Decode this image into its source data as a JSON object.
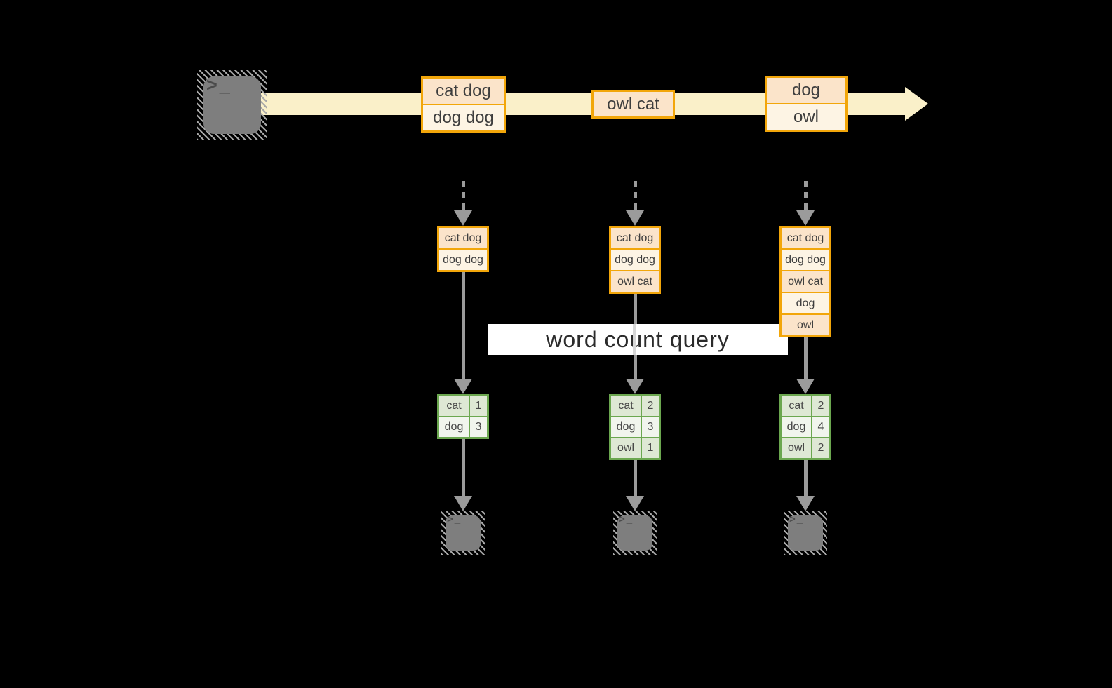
{
  "query_label": "word count query",
  "icons": {
    "source_terminal": "terminal-icon",
    "sink_terminals": [
      "terminal-icon",
      "terminal-icon",
      "terminal-icon"
    ],
    "prompt_glyph": ">_"
  },
  "stream": {
    "batches": [
      {
        "rows": [
          "cat dog",
          "dog dog"
        ]
      },
      {
        "rows": [
          "owl cat"
        ]
      },
      {
        "rows": [
          "dog",
          "owl"
        ]
      }
    ]
  },
  "columns": [
    {
      "state_rows": [
        "cat dog",
        "dog dog"
      ],
      "counts": [
        {
          "word": "cat",
          "value": "1"
        },
        {
          "word": "dog",
          "value": "3"
        }
      ]
    },
    {
      "state_rows": [
        "cat dog",
        "dog dog",
        "owl cat"
      ],
      "counts": [
        {
          "word": "cat",
          "value": "2"
        },
        {
          "word": "dog",
          "value": "3"
        },
        {
          "word": "owl",
          "value": "1"
        }
      ]
    },
    {
      "state_rows": [
        "cat dog",
        "dog dog",
        "owl cat",
        "dog",
        "owl"
      ],
      "counts": [
        {
          "word": "cat",
          "value": "2"
        },
        {
          "word": "dog",
          "value": "4"
        },
        {
          "word": "owl",
          "value": "2"
        }
      ]
    }
  ],
  "colors": {
    "background": "#000000",
    "stream_band": "#faf0c9",
    "orange_border": "#f2a60a",
    "cell_peach": "#fbe4ca",
    "cell_cream": "#fdf4e4",
    "green_border": "#6ba74f",
    "cell_sage": "#dee8d4",
    "cell_sage_light": "#f1f5ed",
    "arrow_gray": "#9b9b9b",
    "terminal_gray": "#7e7e7e",
    "query_box_bg": "#ffffff",
    "text_dark": "#3e3e3e"
  }
}
